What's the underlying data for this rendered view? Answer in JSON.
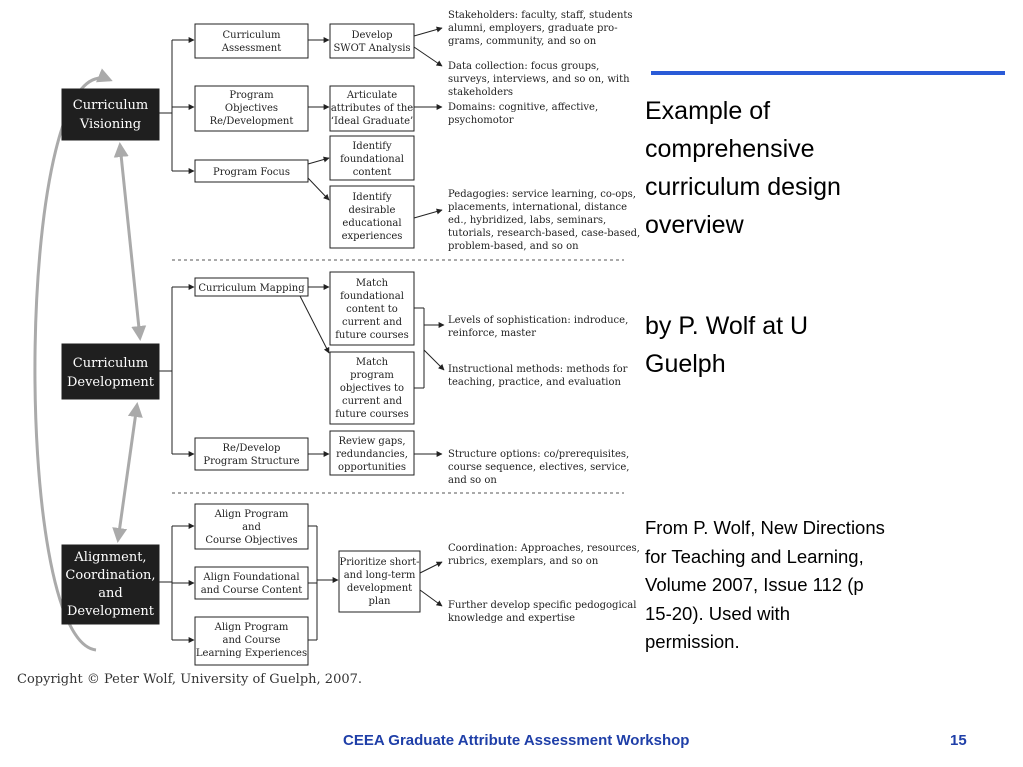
{
  "diagram": {
    "stages": {
      "visioning": [
        "Curriculum",
        "Visioning"
      ],
      "development": [
        "Curriculum",
        "Development"
      ],
      "alignment": [
        "Alignment,",
        "Coordination,",
        "and",
        "Development"
      ]
    },
    "boxes": {
      "curriculum_assessment": [
        "Curriculum",
        "Assessment"
      ],
      "swot": [
        "Develop",
        "SWOT Analysis"
      ],
      "program_objectives": [
        "Program",
        "Objectives",
        "Re/Development"
      ],
      "ideal_graduate": [
        "Articulate",
        "attributes of the",
        "‘Ideal Graduate’"
      ],
      "program_focus": [
        "Program Focus"
      ],
      "foundational_content": [
        "Identify",
        "foundational",
        "content"
      ],
      "educational_experiences": [
        "Identify",
        "desirable",
        "educational",
        "experiences"
      ],
      "curriculum_mapping": [
        "Curriculum Mapping"
      ],
      "match_content": [
        "Match",
        "foundational",
        "content to",
        "current and",
        "future courses"
      ],
      "match_objectives": [
        "Match",
        "program",
        "objectives to",
        "current and",
        "future courses"
      ],
      "program_structure": [
        "Re/Develop",
        "Program Structure"
      ],
      "review_gaps": [
        "Review gaps,",
        "redundancies,",
        "opportunities"
      ],
      "align_objectives": [
        "Align Program",
        "and",
        "Course Objectives"
      ],
      "align_content": [
        "Align Foundational",
        "and Course Content"
      ],
      "align_experiences": [
        "Align Program",
        "and Course",
        "Learning Experiences"
      ],
      "prioritize": [
        "Prioritize short-",
        "and long-term",
        "development",
        "plan"
      ]
    },
    "notes": {
      "stakeholders": [
        "Stakeholders: faculty, staff, students",
        "alumni, employers, graduate pro-",
        "grams, community, and so on"
      ],
      "data_collection": [
        "Data collection: focus groups,",
        "surveys, interviews, and so on, with",
        "stakeholders"
      ],
      "domains": [
        "Domains: cognitive, affective,",
        "psychomotor"
      ],
      "pedagogies": [
        "Pedagogies: service learning, co-ops,",
        "placements, international, distance",
        "ed., hybridized, labs, seminars,",
        "tutorials, research-based, case-based,",
        "problem-based, and so on"
      ],
      "levels": [
        "Levels of sophistication: indroduce,",
        "reinforce, master"
      ],
      "instructional": [
        "Instructional methods: methods for",
        "teaching, practice, and evaluation"
      ],
      "structure": [
        "Structure options: co/prerequisites,",
        "course sequence, electives, service,",
        "and so on"
      ],
      "coordination": [
        "Coordination: Approaches, resources,",
        "rubrics, exemplars, and so on"
      ],
      "further": [
        "Further develop specific pedogogical",
        "knowledge and expertise"
      ]
    },
    "copyright": "Copyright © Peter Wolf, University of Guelph, 2007."
  },
  "slide": {
    "title_lines": [
      "Example of",
      "comprehensive",
      "curriculum design",
      "overview"
    ],
    "byline_lines": [
      "by P. Wolf at U",
      "Guelph"
    ],
    "source_lines": [
      "From P. Wolf, New Directions",
      "for Teaching and Learning,",
      "Volume 2007, Issue 112  (p",
      "15-20). Used with",
      "permission."
    ],
    "accent_color": "#2a5bd7",
    "footer": "CEEA Graduate Attribute Assessment Workshop",
    "page_number": "15",
    "footer_color": "#1f3fa8"
  }
}
